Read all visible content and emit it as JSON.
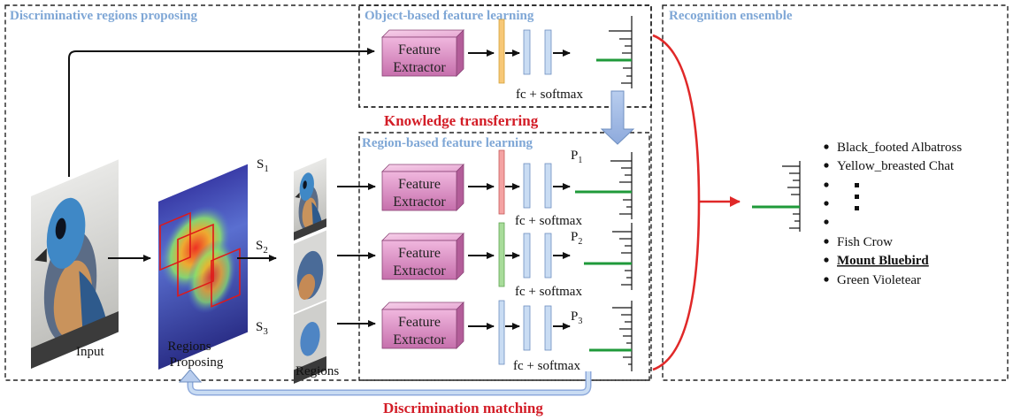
{
  "sections": {
    "discriminative": "Discriminative regions proposing",
    "object_based": "Object-based feature learning",
    "region_based": "Region-based feature learning",
    "ensemble": "Recognition ensemble"
  },
  "transfer_labels": {
    "knowledge": "Knowledge transferring",
    "matching": "Discrimination matching"
  },
  "image_labels": {
    "input": "Input",
    "regions_proposing_1": "Regions",
    "regions_proposing_2": "Proposing",
    "regions": "Regions"
  },
  "scale_labels": [
    {
      "base": "S",
      "sub": "1"
    },
    {
      "base": "S",
      "sub": "2"
    },
    {
      "base": "S",
      "sub": "3"
    }
  ],
  "prob_labels": [
    {
      "base": "P",
      "sub": "1"
    },
    {
      "base": "P",
      "sub": "2"
    },
    {
      "base": "P",
      "sub": "3"
    }
  ],
  "extractor": {
    "line1": "Feature",
    "line2": "Extractor"
  },
  "fc_label": "fc + softmax",
  "classes": [
    {
      "text": "Black_footed Albatross",
      "highlight": false
    },
    {
      "text": "Yellow_breasted Chat",
      "highlight": false
    },
    {
      "text": "Fish Crow",
      "highlight": false
    },
    {
      "text": "Mount Bluebird",
      "highlight": true
    },
    {
      "text": "Green Violetear",
      "highlight": false
    }
  ],
  "colors": {
    "section_title": "#7fa7d6",
    "transfer_text": "#d31d27",
    "highlight_class": "#1f9a3a",
    "extractor": "#d98ec2",
    "layer_blue": "#c9dcf3",
    "layer_orange": "#f7c877",
    "layer_red": "#f4a3a3",
    "layer_green": "#a8dc9a",
    "ensemble_arrow": "#e02828"
  },
  "icons": [
    "feature-extractor-cube",
    "fc-layer",
    "probability-histogram",
    "bird-photo"
  ]
}
